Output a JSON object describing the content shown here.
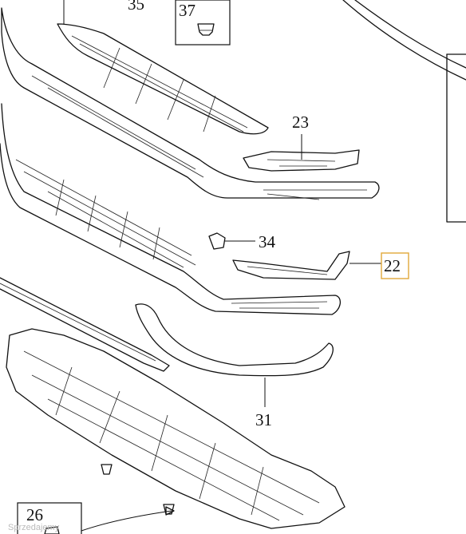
{
  "diagram": {
    "labels": {
      "p35": "35",
      "p37": "37",
      "p23": "23",
      "p34": "34",
      "p22": "22",
      "p31": "31",
      "p26": "26"
    },
    "watermark": "Sprzedajemy",
    "colors": {
      "line": "#111111",
      "highlight": "#e2a93a",
      "background": "#ffffff"
    }
  }
}
